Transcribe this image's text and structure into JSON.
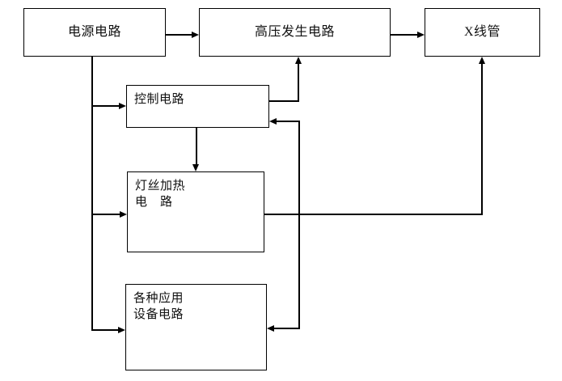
{
  "diagram": {
    "title": "",
    "background_color": "#ffffff",
    "line_color": "#000000",
    "text_color": "#111111",
    "nodes": [
      {
        "id": "power",
        "label": "电源电路"
      },
      {
        "id": "hv",
        "label": "高压发生电路"
      },
      {
        "id": "tube",
        "label": "X线管"
      },
      {
        "id": "control",
        "label": "控制电路"
      },
      {
        "id": "filament",
        "label": "灯丝加热\n电　路"
      },
      {
        "id": "appliance",
        "label": "各种应用\n设备电路"
      }
    ],
    "edges": [
      {
        "from": "power",
        "to": "hv",
        "direction": "right"
      },
      {
        "from": "hv",
        "to": "tube",
        "direction": "right"
      },
      {
        "from": "power",
        "to": "control",
        "direction": "right"
      },
      {
        "from": "power",
        "to": "filament",
        "direction": "right"
      },
      {
        "from": "power",
        "to": "appliance",
        "direction": "right"
      },
      {
        "from": "control",
        "to": "filament",
        "direction": "down"
      },
      {
        "from": "control",
        "to": "hv",
        "direction": "up"
      },
      {
        "from": "control",
        "to": "appliance",
        "direction": "left"
      },
      {
        "from": "filament",
        "to": "tube",
        "direction": "up"
      }
    ]
  }
}
